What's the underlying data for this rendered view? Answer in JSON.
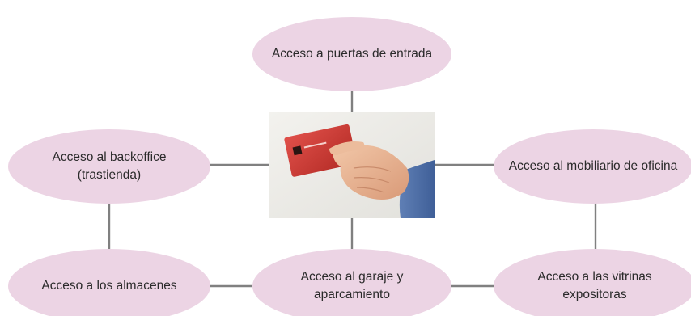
{
  "diagram": {
    "node_color": "#ecd4e4",
    "line_color": "#808080",
    "nodes": {
      "entrance": "Acceso a puertas de entrada",
      "backoffice": "Acceso al backoffice (trastienda)",
      "furniture": "Acceso al mobiliario de oficina",
      "storage": "Acceso a los almacenes",
      "garage": "Acceso al garaje y aparcamiento",
      "showcases": "Acceso a las vitrinas expositoras"
    },
    "center_image": "hand-holding-red-card-photo"
  }
}
